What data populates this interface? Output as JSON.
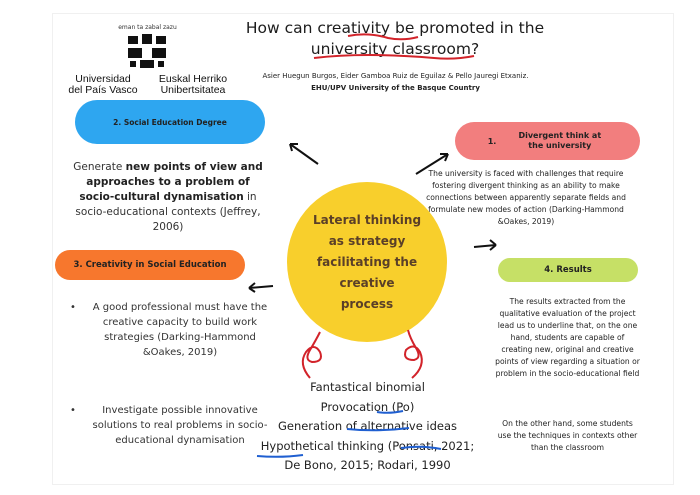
{
  "logo": {
    "motto": "eman ta zabal zazu",
    "name_es_line1": "Universidad",
    "name_es_line2": "del País Vasco",
    "name_eu_line1": "Euskal Herriko",
    "name_eu_line2": "Unibertsitatea"
  },
  "header": {
    "title_line1": "How can creativity be promoted in the",
    "title_line2": "university classroom?",
    "authors": "Asier Huegun Burgos, Eider Gamboa Ruiz de Eguilaz & Pello Jauregi Etxaniz.",
    "affiliation": "EHU/UPV University of the Basque Country"
  },
  "center": {
    "line1": "Lateral thinking",
    "line2": "as strategy",
    "line3": "facilitating the",
    "line4": "creative",
    "line5": "process"
  },
  "section2": {
    "heading": "2. Social Education Degree",
    "text_a": "Generate ",
    "text_bold": "new points of view and approaches to a problem of socio-cultural dynamisation",
    "text_b": " in socio-educational contexts (Jeffrey, 2006)"
  },
  "section1": {
    "number": "1.",
    "heading": "Divergent think at the university",
    "text": "The university is faced with challenges that require fostering divergent thinking as an ability to make connections between apparently separate fields and formulate new modes of action (Darking-Hammond &Oakes, 2019)"
  },
  "section3": {
    "heading": "3. Creativity in Social Education",
    "bullet_symbol": "•",
    "bullet1": "A good professional must have the creative capacity to build work strategies (Darking-Hammond &Oakes, 2019)",
    "bullet2": "Investigate possible innovative solutions to real problems in socio-educational dynamisation"
  },
  "section4": {
    "heading": "4. Results",
    "text1": "The results extracted from the qualitative evaluation of the project lead us to underline that, on the one hand, students are capable of creating new, original and creative points of view regarding a situation or problem in the socio-educational field",
    "text2": "On the other hand, some students use the techniques in contexts other than the classroom"
  },
  "techniques": {
    "line1": "Fantastical binomial",
    "line2": "Provocation (Po)",
    "line3": "Generation of alternative ideas",
    "line4": "Hypothetical thinking (Ponsati, 2021;",
    "line5": "De Bono, 2015; Rodari, 1990"
  },
  "colors": {
    "blue": "#2ea6f0",
    "pink": "#f27e7e",
    "orange": "#f7772d",
    "green": "#c6e066",
    "yellow": "#f8cf2c",
    "red_underline": "#d2232a",
    "blue_underline": "#1f5fd1"
  }
}
